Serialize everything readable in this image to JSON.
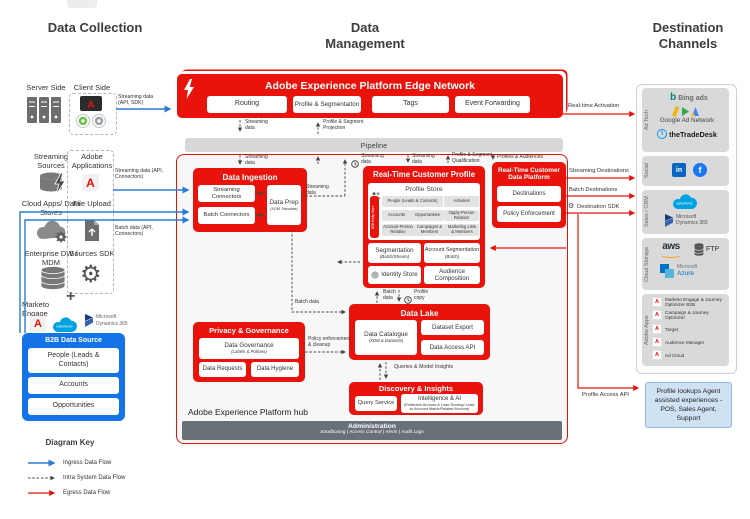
{
  "colors": {
    "adobe_red": "#e8140c",
    "adobe_blue": "#1473e6",
    "ingress_blue": "#2b7cd3"
  },
  "headers": {
    "col1": "Data Collection",
    "col2": "Data Management",
    "col3": "Destination Channels"
  },
  "left": {
    "server_side": "Server Side",
    "client_side": "Client Side",
    "streaming_sources": "Streaming Sources",
    "adobe_applications": "Adobe Applications",
    "cloud_apps": "Cloud Apps/ Data Stores",
    "file_upload": "File Upload",
    "enterprise_dw": "Enterprise DW / MDM",
    "sources_sdk": "Sources SDK",
    "marketo": "Marketo Engage",
    "plus": "+",
    "dynamics_brand": "Microsoft",
    "dynamics_name": "Dynamics 365",
    "b2b": {
      "title": "B2B Data Source",
      "people": "People (Leads & Contacts)",
      "accounts": "Accounts",
      "opportunities": "Opportunities"
    },
    "key": {
      "title": "Diagram Key",
      "ingress": "Ingress Data Flow",
      "intra": "Intra System Data Flow",
      "egress": "Egress Data Flow"
    }
  },
  "edge": {
    "title": "Adobe Experience Platform Edge Network",
    "b1": "Routing",
    "b2": "Profile & Segmentaiton",
    "b3": "Tags",
    "b4": "Event Forwarding"
  },
  "pipeline": "Pipeline",
  "hub": {
    "label": "Adobe Experience Platform hub",
    "ingestion": {
      "title": "Data Ingestion",
      "sc": "Streaming Connectors",
      "bc": "Batch Connectors",
      "dp": "Data Prep",
      "dp_sub": "(XDM Translate)"
    },
    "profile": {
      "title": "Real-Time Customer Profile",
      "store": "Profile Store",
      "b2b_store": "B2B Entity Store",
      "c1": "People (Leads & Contacts)",
      "c2": "Activities",
      "c3": "Accounts",
      "c4": "Opportunities",
      "c5": "Oppty-Person Relation",
      "c6": "Account-Person Relation",
      "c7": "Campaigns & Members",
      "c8": "Marketing Lists & Members",
      "seg": "Segmentation",
      "seg_sub": "(Batch/Stream)",
      "acct_seg": "Account Segmentation",
      "acct_seg_sub": "(Batch)",
      "identity": "Identity Store",
      "audience": "Audience Composition"
    },
    "cdp": {
      "title": "Real-Time Customer Data Platform",
      "destinations": "Destinations",
      "policy": "Policy Enforcement"
    },
    "privacy": {
      "title": "Privacy & Governance",
      "gov": "Data Governance",
      "gov_sub": "(Labels & Policies)",
      "requests": "Data Requests",
      "hygiene": "Data Hygiene"
    },
    "lake": {
      "title": "Data Lake",
      "catalogue": "Data Catalogue",
      "catalogue_sub": "(XDM & Datasets)",
      "export": "Dataset Export",
      "access": "Data Access API"
    },
    "discovery": {
      "title": "Discovery & Insights",
      "query": "Query Service",
      "ai": "Intelligence & AI",
      "ai_sub": "(Predictive Account & Lead Scoring/ Lead-to-Account Match/Related Account)"
    },
    "admin": {
      "title": "Administration",
      "sub": "Sandboxing  |  Access Control  |  Alerts  |  Audit Logs"
    }
  },
  "flows": {
    "stream_api_sdk": "Streaming data (API, SDK)",
    "stream_api_conn": "Streaming data (API, Connectors)",
    "batch_api_conn": "Batch data (API, Connectors)",
    "streaming_data": "Streaming data",
    "profile_projection": "Profile & Segment Projection",
    "profile_qualification": "Profile & Segment Qualification",
    "profiles_audiences": "Profiles & Audiences",
    "batch_data": "Batch data",
    "profile_copy": "Profile copy",
    "policy_cleanup": "Policy enforcement & cleanup",
    "queries_insights": "Queries & Model Insights",
    "rt_activation": "Real-time Activation",
    "streaming_dest": "Streaming Destinations",
    "batch_dest": "Batch Destinations",
    "dest_sdk": "Destination SDK",
    "profile_access": "Profile Access API"
  },
  "dest": {
    "ad_tech": "Ad Tech",
    "bing": "Bing ads",
    "google": "Google Ad Network",
    "tradedesk": "theTradeDesk",
    "social": "Social",
    "sales_crm": "Sales / CRM",
    "salesforce": "salesforce",
    "ms_brand": "Microsoft",
    "dynamics": "Dynamics 365",
    "cloud": "Cloud Storage",
    "aws": "aws",
    "ftp": "FTP",
    "azure_brand": "Microsoft",
    "azure": "Azure",
    "apps_label": "Adobe Apps",
    "app1": "Marketo Engage & Journey Optimizer B2B",
    "app2": "Campaign & Journey Optimizer",
    "app3": "Target",
    "app4": "Audience Manager",
    "app5": "Ad Cloud",
    "profile_lookups": "Profile lookups Agent assisted experiences - POS, Sales Agent, Support"
  },
  "icons": {
    "gear": "⚙",
    "bing_b": "b",
    "tradedesk_t": "t",
    "linkedin": "in",
    "facebook": "f",
    "adobe_a": "A"
  }
}
